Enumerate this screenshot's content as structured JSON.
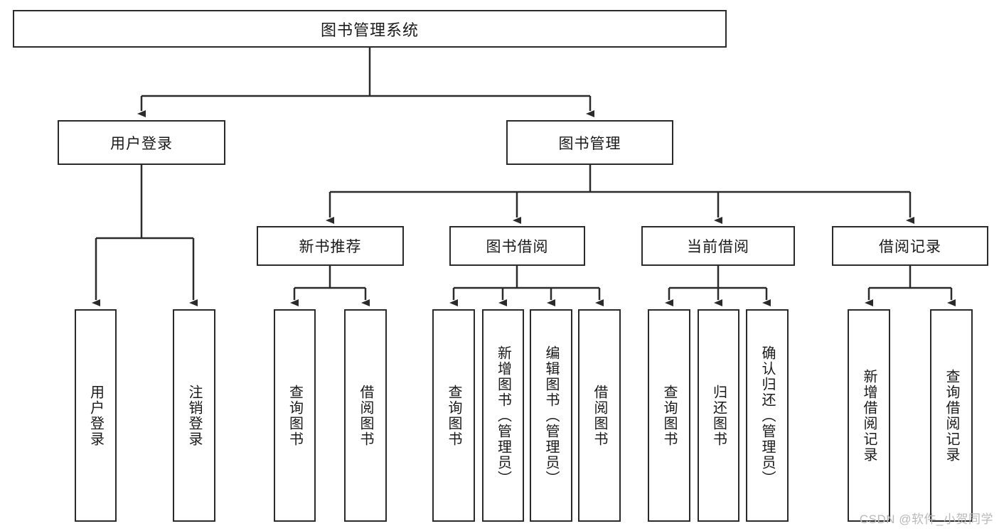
{
  "diagram": {
    "title": "图书管理系统",
    "type": "tree-hierarchy-chart",
    "root": {
      "label": "图书管理系统"
    },
    "level2": [
      {
        "id": "user-login",
        "label": "用户登录"
      },
      {
        "id": "book-management",
        "label": "图书管理"
      }
    ],
    "level3": [
      {
        "id": "new-book-recommend",
        "label": "新书推荐"
      },
      {
        "id": "book-borrow",
        "label": "图书借阅"
      },
      {
        "id": "current-borrow",
        "label": "当前借阅"
      },
      {
        "id": "borrow-record",
        "label": "借阅记录"
      }
    ],
    "leaves": {
      "user_login": [
        {
          "id": "leaf-user-login",
          "label": "用户登录"
        },
        {
          "id": "leaf-logout",
          "label": "注销登录"
        }
      ],
      "new_book_recommend": [
        {
          "id": "leaf-query-book-1",
          "label": "查询图书"
        },
        {
          "id": "leaf-borrow-book-1",
          "label": "借阅图书"
        }
      ],
      "book_borrow": [
        {
          "id": "leaf-query-book-2",
          "label": "查询图书"
        },
        {
          "id": "leaf-add-book",
          "label": "新增图书（管理员）"
        },
        {
          "id": "leaf-edit-book",
          "label": "编辑图书（管理员）"
        },
        {
          "id": "leaf-borrow-book-2",
          "label": "借阅图书"
        }
      ],
      "current_borrow": [
        {
          "id": "leaf-query-book-3",
          "label": "查询图书"
        },
        {
          "id": "leaf-return-book",
          "label": "归还图书"
        },
        {
          "id": "leaf-confirm-return",
          "label": "确认归还（管理员）"
        }
      ],
      "borrow_record": [
        {
          "id": "leaf-add-record",
          "label": "新增借阅记录"
        },
        {
          "id": "leaf-query-record",
          "label": "查询借阅记录"
        }
      ]
    }
  },
  "watermark": {
    "text": "CSDN @软件_小贺同学"
  },
  "colors": {
    "stroke": "#2b2b2b",
    "fill": "#ffffff",
    "text": "#1a1a1a",
    "watermark": "#b9b9b9"
  }
}
